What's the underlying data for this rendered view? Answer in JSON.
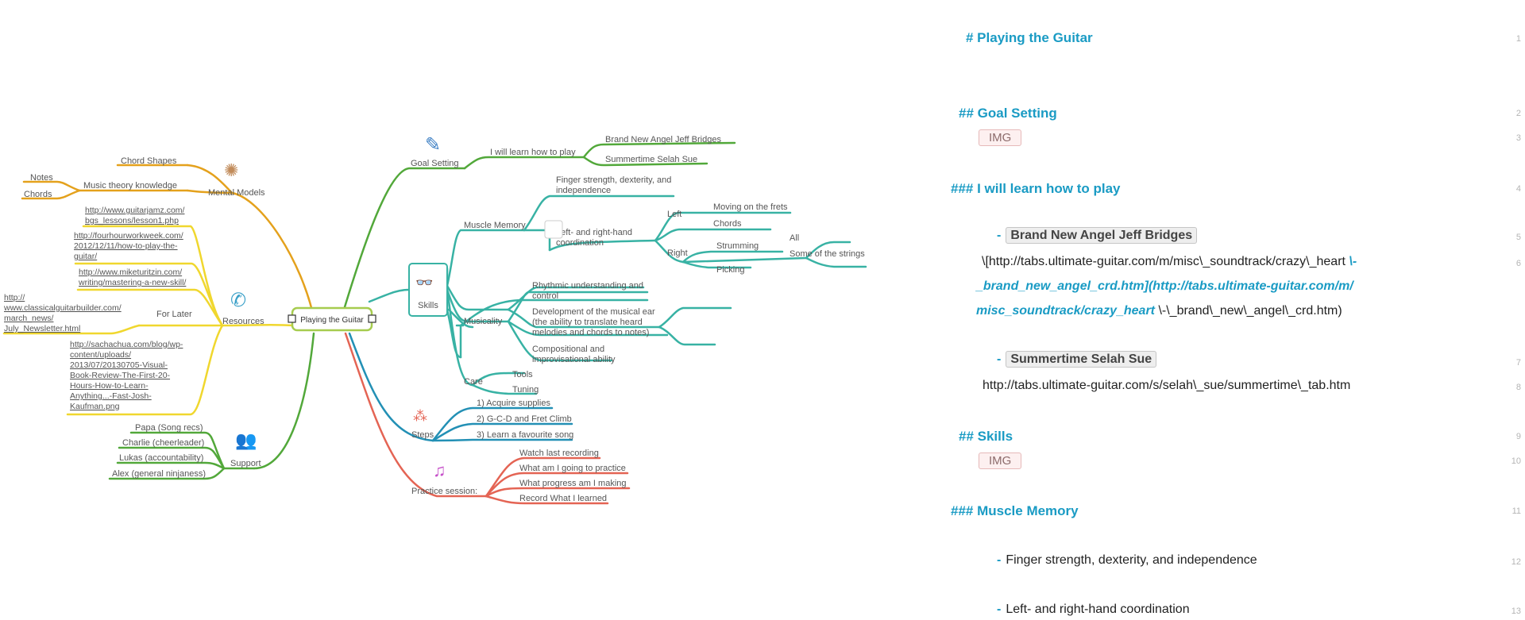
{
  "colors": {
    "heading": "#1a9bc4",
    "orange": "#e4a11c",
    "yellow": "#f0d72e",
    "green": "#52a83a",
    "teal": "#38b2a4",
    "blue": "#2390b5",
    "red": "#e46454"
  },
  "mindmap": {
    "central": "Playing the Guitar",
    "branches": {
      "mental_models": {
        "label": "Mental Models",
        "icon": "brain-icon",
        "children": [
          "Chord Shapes",
          "Music theory knowledge"
        ],
        "grandchildren": [
          "Notes",
          "Chords"
        ]
      },
      "resources": {
        "label": "Resources",
        "icon": "phone-icon",
        "links": [
          [
            "http://www.guitarjamz.com/",
            "bgs_lessons/lesson1.php"
          ],
          [
            "http://fourhourworkweek.com/",
            "2012/12/11/how-to-play-the-",
            "guitar/"
          ],
          [
            "http://www.miketuritzin.com/",
            "writing/mastering-a-new-skill/"
          ],
          [
            "http://www.classicalguitarbuilder.com/",
            "march_news/",
            "July_Newsletter.html"
          ],
          [
            "http://sachachua.com/blog/wp-",
            "content/uploads/",
            "2013/07/20130705-Visual-",
            "Book-Review-The-First-20-",
            "Hours-How-to-Learn-",
            "Anything...-Fast-Josh-",
            "Kaufman.png"
          ]
        ],
        "for_later": "For Later",
        "link_first_1": "http://",
        "link_first_2": "www.classicalguitarbuilder.com/"
      },
      "support": {
        "label": "Support",
        "icon": "people-icon",
        "children": [
          "Papa (Song recs)",
          "Charlie (cheerleader)",
          "Lukas (accountability)",
          "Alex (general ninjaness)"
        ]
      },
      "goal_setting": {
        "label": "Goal Setting",
        "icon": "pencil-icon",
        "child": "I will learn how to play",
        "grandchildren": [
          "Brand New Angel Jeff Bridges",
          "Summertime Selah Sue"
        ]
      },
      "skills": {
        "label": "Skills",
        "icon": "glasses-icon",
        "muscle_memory": "Muscle Memory",
        "mm_children": [
          "Finger strength, dexterity, and",
          "independence",
          "Left- and right-hand",
          "coordination"
        ],
        "left": "Left",
        "left_children": [
          "Moving on the frets",
          "Chords"
        ],
        "right": "Right",
        "right_children": [
          "Strumming",
          "Picking"
        ],
        "strumming_children": [
          "All",
          "Some of the strings"
        ],
        "musicality": "Musicality",
        "mus_children": [
          [
            "Rhythmic understanding and",
            "control"
          ],
          [
            "Development of the musical ear",
            "(the ability to translate heard",
            "melodies and chords to notes)"
          ],
          [
            "Compositional and",
            "improvisational ability"
          ]
        ],
        "care": "Care",
        "care_children": [
          "Tools",
          "Tuning"
        ]
      },
      "steps": {
        "label": "Steps",
        "icon": "steps-icon",
        "children": [
          "1) Acquire supplies",
          "2) G-C-D and Fret Climb",
          "3) Learn a favourite song"
        ]
      },
      "practice": {
        "label": "Practice session:",
        "icon": "music-note-icon",
        "children": [
          "Watch last recording",
          "What am I going to practice",
          "What progress am I making",
          "Record What I learned"
        ]
      }
    }
  },
  "editor": {
    "lines": [
      {
        "num": "1",
        "text": "# Playing the Guitar"
      },
      {
        "num": "2",
        "text": "## Goal Setting"
      },
      {
        "num": "3",
        "badge": "IMG"
      },
      {
        "num": "4",
        "text": "### I will learn how to play"
      },
      {
        "num": "5",
        "dash": "-",
        "chip": "Brand New Angel Jeff Bridges"
      },
      {
        "num": "6",
        "parts": [
          "\\[http://tabs.ultimate-guitar.com/m/misc\\_soundtrack/crazy\\_heart",
          "\\-",
          "_brand_new_angel_crd.htm](http://tabs.ultimate-guitar.com/m/",
          "misc_soundtrack/crazy_heart",
          "\\-\\_brand\\_new\\_angel\\_crd.htm)"
        ]
      },
      {
        "num": "7",
        "dash": "-",
        "chip": "Summertime Selah Sue"
      },
      {
        "num": "8",
        "text": "http://tabs.ultimate-guitar.com/s/selah\\_sue/summertime\\_tab.htm"
      },
      {
        "num": "9",
        "text": "## Skills"
      },
      {
        "num": "10",
        "badge": "IMG"
      },
      {
        "num": "11",
        "text": "### Muscle Memory"
      },
      {
        "num": "12",
        "dash": "-",
        "text": "Finger strength, dexterity, and independence"
      },
      {
        "num": "13",
        "dash": "-",
        "text": "Left- and right-hand coordination"
      }
    ]
  }
}
